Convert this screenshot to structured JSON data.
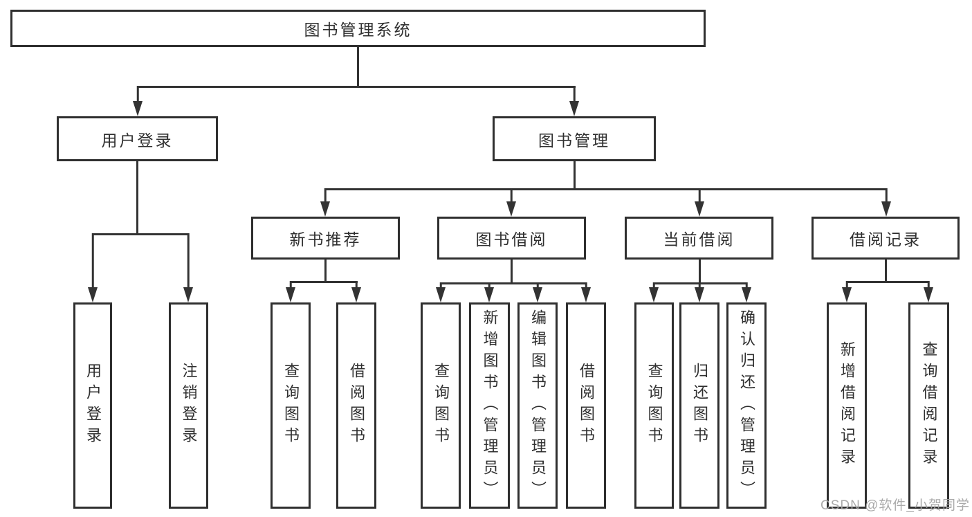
{
  "tree": {
    "label": "图书管理系统",
    "children": [
      {
        "label": "用户登录",
        "children": [
          {
            "label": "用户登录"
          },
          {
            "label": "注销登录"
          }
        ]
      },
      {
        "label": "图书管理",
        "children": [
          {
            "label": "新书推荐",
            "children": [
              {
                "label": "查询图书"
              },
              {
                "label": "借阅图书"
              }
            ]
          },
          {
            "label": "图书借阅",
            "children": [
              {
                "label": "查询图书"
              },
              {
                "label": "新增图书（管理员）"
              },
              {
                "label": "编辑图书（管理员）"
              },
              {
                "label": "借阅图书"
              }
            ]
          },
          {
            "label": "当前借阅",
            "children": [
              {
                "label": "查询图书"
              },
              {
                "label": "归还图书"
              },
              {
                "label": "确认归还（管理员）"
              }
            ]
          },
          {
            "label": "借阅记录",
            "children": [
              {
                "label": "新增借阅记录"
              },
              {
                "label": "查询借阅记录"
              }
            ]
          }
        ]
      }
    ]
  },
  "watermark": "CSDN @软件_小贺同学",
  "colors": {
    "line": "#333333",
    "box_border": "#2f2f2f",
    "text": "#2f2f2f",
    "watermark": "#a6a6a6",
    "background": "#ffffff"
  }
}
